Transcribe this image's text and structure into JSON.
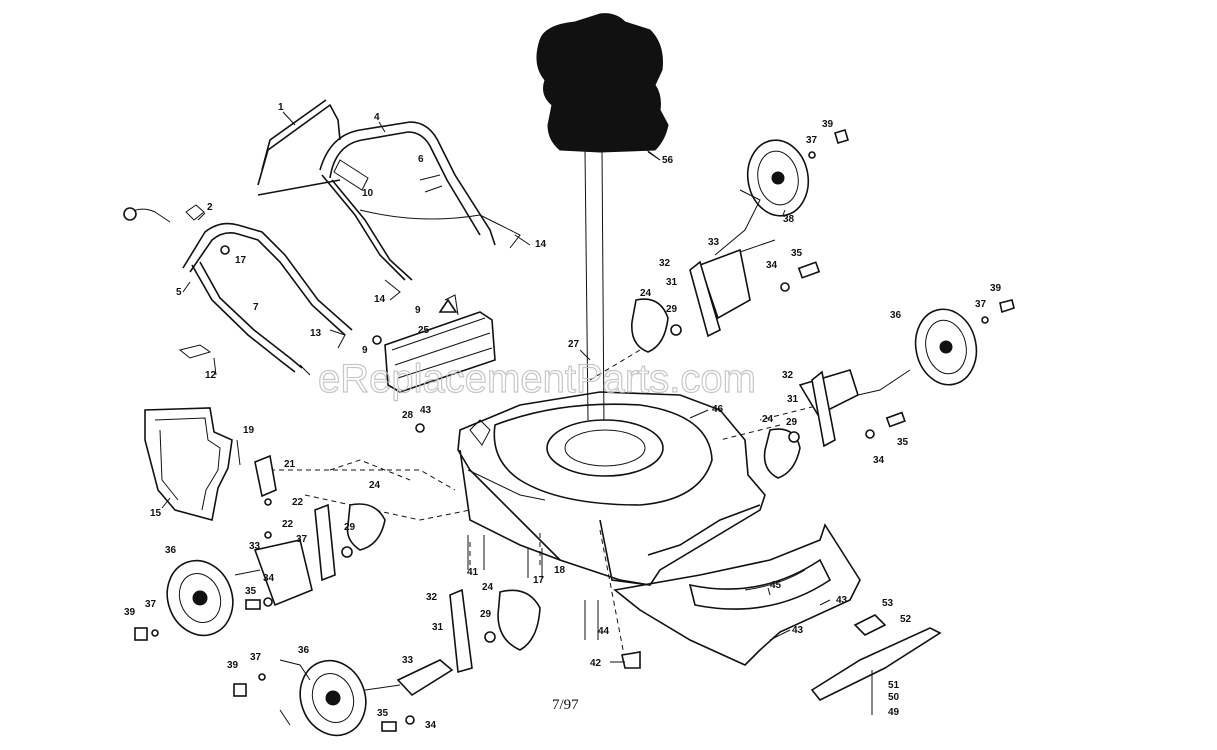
{
  "diagram": {
    "watermark": "eReplacementParts.com",
    "date_code": "7/97",
    "callouts": [
      {
        "id": "c1",
        "text": "1"
      },
      {
        "id": "c4",
        "text": "4"
      },
      {
        "id": "c2",
        "text": "2"
      },
      {
        "id": "c5",
        "text": "5"
      },
      {
        "id": "c7",
        "text": "7"
      },
      {
        "id": "c17a",
        "text": "17"
      },
      {
        "id": "c13",
        "text": "13"
      },
      {
        "id": "c12",
        "text": "12"
      },
      {
        "id": "c6",
        "text": "6"
      },
      {
        "id": "c10",
        "text": "10"
      },
      {
        "id": "c14a",
        "text": "14"
      },
      {
        "id": "c14b",
        "text": "14"
      },
      {
        "id": "c9a",
        "text": "9"
      },
      {
        "id": "c9b",
        "text": "9"
      },
      {
        "id": "c25",
        "text": "25"
      },
      {
        "id": "c56",
        "text": "56"
      },
      {
        "id": "c27",
        "text": "27"
      },
      {
        "id": "c46",
        "text": "46"
      },
      {
        "id": "c28",
        "text": "28"
      },
      {
        "id": "c43a",
        "text": "43"
      },
      {
        "id": "c19",
        "text": "19"
      },
      {
        "id": "c15",
        "text": "15"
      },
      {
        "id": "c21",
        "text": "21"
      },
      {
        "id": "c22a",
        "text": "22"
      },
      {
        "id": "c22b",
        "text": "22"
      },
      {
        "id": "c24a",
        "text": "24"
      },
      {
        "id": "c29a",
        "text": "29"
      },
      {
        "id": "c37a",
        "text": "37"
      },
      {
        "id": "c41",
        "text": "41"
      },
      {
        "id": "c17b",
        "text": "17"
      },
      {
        "id": "c18",
        "text": "18"
      },
      {
        "id": "c36a",
        "text": "36"
      },
      {
        "id": "c33a",
        "text": "33"
      },
      {
        "id": "c35a",
        "text": "35"
      },
      {
        "id": "c34a",
        "text": "34"
      },
      {
        "id": "c39a",
        "text": "39"
      },
      {
        "id": "c37b",
        "text": "37"
      },
      {
        "id": "c32a",
        "text": "32"
      },
      {
        "id": "c31a",
        "text": "31"
      },
      {
        "id": "c29b",
        "text": "29"
      },
      {
        "id": "c24b",
        "text": "24"
      },
      {
        "id": "c33b",
        "text": "33"
      },
      {
        "id": "c35b",
        "text": "35"
      },
      {
        "id": "c34b",
        "text": "34"
      },
      {
        "id": "c36b",
        "text": "36"
      },
      {
        "id": "c39b",
        "text": "39"
      },
      {
        "id": "c37c",
        "text": "37"
      },
      {
        "id": "c44",
        "text": "44"
      },
      {
        "id": "c42",
        "text": "42"
      },
      {
        "id": "c45",
        "text": "45"
      },
      {
        "id": "c43b",
        "text": "43"
      },
      {
        "id": "c43c",
        "text": "43"
      },
      {
        "id": "c53",
        "text": "53"
      },
      {
        "id": "c52",
        "text": "52"
      },
      {
        "id": "c51",
        "text": "51"
      },
      {
        "id": "c50",
        "text": "50"
      },
      {
        "id": "c49",
        "text": "49"
      },
      {
        "id": "c39c",
        "text": "39"
      },
      {
        "id": "c37d",
        "text": "37"
      },
      {
        "id": "c38",
        "text": "38"
      },
      {
        "id": "c32b",
        "text": "32"
      },
      {
        "id": "c31b",
        "text": "31"
      },
      {
        "id": "c33c",
        "text": "33"
      },
      {
        "id": "c34c",
        "text": "34"
      },
      {
        "id": "c35c",
        "text": "35"
      },
      {
        "id": "c24c",
        "text": "24"
      },
      {
        "id": "c29c",
        "text": "29"
      },
      {
        "id": "c36c",
        "text": "36"
      },
      {
        "id": "c39d",
        "text": "39"
      },
      {
        "id": "c37e",
        "text": "37"
      },
      {
        "id": "c32c",
        "text": "32"
      },
      {
        "id": "c31c",
        "text": "31"
      },
      {
        "id": "c24d",
        "text": "24"
      },
      {
        "id": "c29d",
        "text": "29"
      },
      {
        "id": "c34d",
        "text": "34"
      },
      {
        "id": "c35d",
        "text": "35"
      }
    ]
  }
}
